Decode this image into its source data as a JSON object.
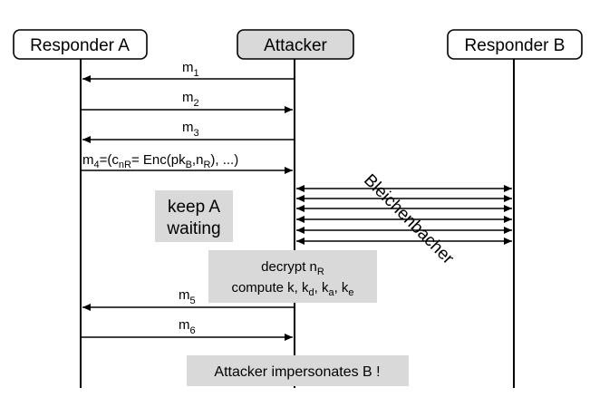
{
  "participants": {
    "a": "Responder A",
    "attacker": "Attacker",
    "b": "Responder B"
  },
  "messages": [
    {
      "letter": "m",
      "sub": "1"
    },
    {
      "letter": "m",
      "sub": "2"
    },
    {
      "letter": "m",
      "sub": "3"
    },
    {
      "letter": "m",
      "sub": "4",
      "rest_1": "=(c",
      "sub_1": "nR",
      "rest_2": "= Enc(pk",
      "sub_2": "B",
      "rest_3": ",n",
      "sub_3": "R",
      "rest_4": "), ...)"
    },
    {
      "letter": "m",
      "sub": "5"
    },
    {
      "letter": "m",
      "sub": "6"
    }
  ],
  "notes": {
    "keep_line1": "keep A",
    "keep_line2": "waiting",
    "bleichenbacher": "Bleichenbacher",
    "decrypt_text": "decrypt n",
    "decrypt_sub": "R",
    "compute_text": "compute k, k",
    "compute_sub_d": "d",
    "compute_sep1": ", k",
    "compute_sub_a": "a",
    "compute_sep2": ", k",
    "compute_sub_e": "e",
    "impersonates": "Attacker impersonates B !"
  },
  "colors": {
    "box_fill_attacker": "#d9d9d9",
    "note_fill": "#d9d9d9"
  }
}
